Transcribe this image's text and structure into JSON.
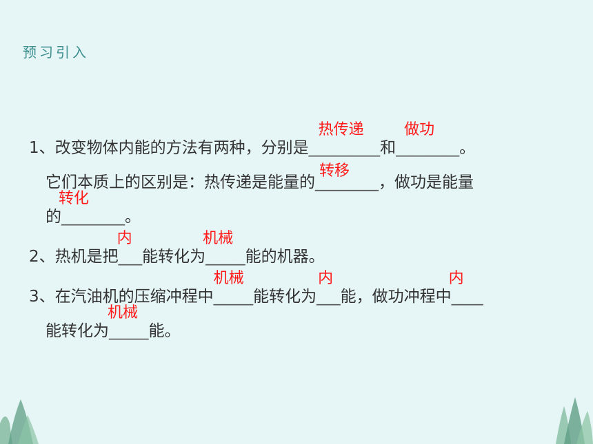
{
  "title": "预习引入",
  "q1": {
    "num": "1、",
    "t1": "改变物体内能的方法有两种，分别是",
    "b1_ul": "_________",
    "b1_ans": "热传递",
    "t2": "和",
    "b2_ul": "________",
    "b2_ans": "做功",
    "t3": "。",
    "t4": "它们本质上的区别是：热传递是能量的",
    "b3_ul": "________",
    "b3_ans": "转移",
    "t5": "，做功是能量",
    "t6": "的",
    "b4_ul": "________",
    "b4_ans": "转化",
    "t7": "。"
  },
  "q2": {
    "num": "2、",
    "t1": "热机是把",
    "b1_ul": "___",
    "b1_ans": "内",
    "t2": "能转化为",
    "b2_ul": "_____",
    "b2_ans": "机械",
    "t3": "能的机器。"
  },
  "q3": {
    "num": "3、",
    "t1": "在汽油机的压缩冲程中",
    "b1_ul": "_____",
    "b1_ans": "机械",
    "t2": "能转化为",
    "b2_ul": "___",
    "b2_ans": "内",
    "t3": "能，做功冲程中",
    "b3_ul": "____",
    "b3_ans": "内",
    "t4": "能转化为",
    "b4_ul": "_____",
    "b4_ans": "机械",
    "t5": "能。"
  },
  "colors": {
    "background": "#e6f5f5",
    "title": "#3d8f8f",
    "text": "#333333",
    "answer": "#ff1a1a",
    "decoration": "#6aa88f"
  }
}
